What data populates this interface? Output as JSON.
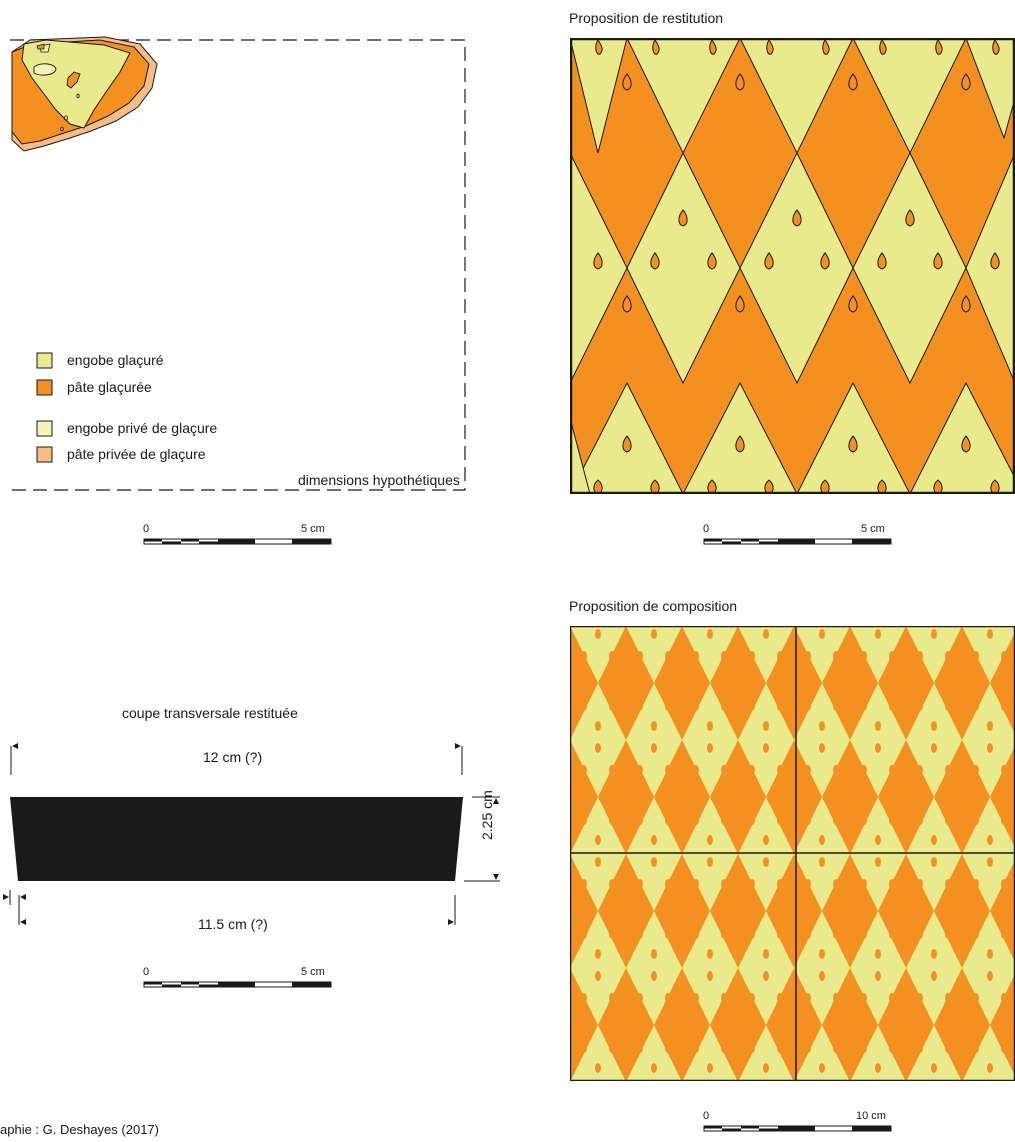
{
  "colors": {
    "engobe_glacure": "#e9ea8c",
    "pate_glacuree": "#f39020",
    "engobe_prive": "#f4f3b8",
    "pate_privee": "#f8bd86",
    "ink": "#1a1a1a"
  },
  "fragment_panel": {
    "legend": [
      {
        "label": "engobe glaçuré",
        "color": "#e9ea8c"
      },
      {
        "label": "pâte glaçurée",
        "color": "#f39020"
      },
      {
        "label": "engobe privé de glaçure",
        "color": "#f4f3b8"
      },
      {
        "label": "pâte privée de glaçure",
        "color": "#f8bd86"
      }
    ],
    "note": "dimensions hypothétiques"
  },
  "restitution": {
    "title": "Proposition de restitution"
  },
  "composition": {
    "title": "Proposition de composition"
  },
  "section": {
    "title": "coupe transversale restituée",
    "top_width": "12 cm (?)",
    "bottom_width": "11.5 cm (?)",
    "thickness": "2.25 cm"
  },
  "scales": {
    "zero": "0",
    "five": "5 cm",
    "ten": "10 cm"
  },
  "credit": "aphie : G. Deshayes (2017)"
}
